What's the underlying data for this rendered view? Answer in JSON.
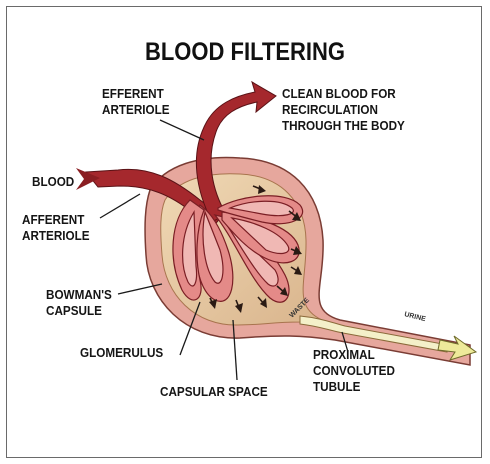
{
  "title": "BLOOD FILTERING",
  "labels": {
    "efferent_arteriole": [
      "EFFERENT",
      "ARTERIOLE"
    ],
    "clean_blood": [
      "CLEAN BLOOD FOR",
      "RECIRCULATION",
      "THROUGH THE BODY"
    ],
    "blood": [
      "BLOOD"
    ],
    "afferent_arteriole": [
      "AFFERENT",
      "ARTERIOLE"
    ],
    "bowmans_capsule": [
      "BOWMAN'S",
      "CAPSULE"
    ],
    "glomerulus": [
      "GLOMERULUS"
    ],
    "capsular_space": [
      "CAPSULAR SPACE"
    ],
    "proximal_tubule": [
      "PROXIMAL",
      "CONVOLUTED",
      "TUBULE"
    ]
  },
  "tube_text": {
    "waste": "WASTE",
    "urine": "URINE"
  },
  "colors": {
    "capsule_wall": "#e6a79d",
    "capsular_space": "#e8cba4",
    "vessel_dark": "#a5282d",
    "vessel_light": "#e48a88",
    "tubule_fill": "#f4f0c9",
    "arrow_yellow": "#eeea9a"
  }
}
